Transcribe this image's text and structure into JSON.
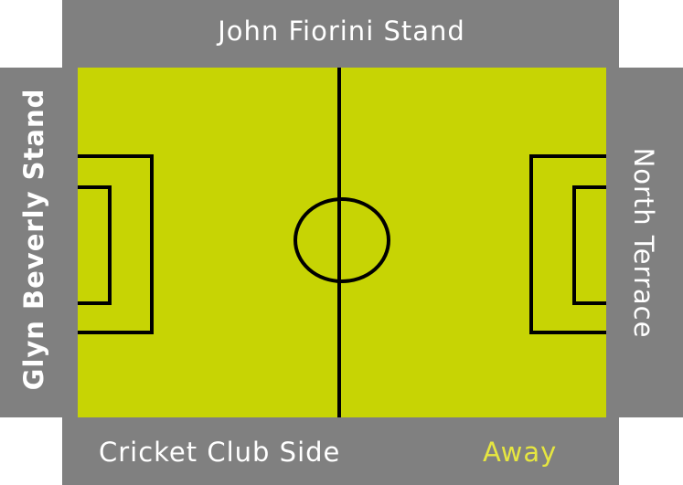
{
  "stands": {
    "top": "John Fiorini Stand",
    "bottom": "Cricket Club Side",
    "left": "Glyn Beverly Stand",
    "right": "North Terrace"
  },
  "away_label": "Away",
  "colors": {
    "pitch": "#c7d404",
    "stand": "#808080",
    "line": "#000000",
    "away": "#e6e640"
  }
}
